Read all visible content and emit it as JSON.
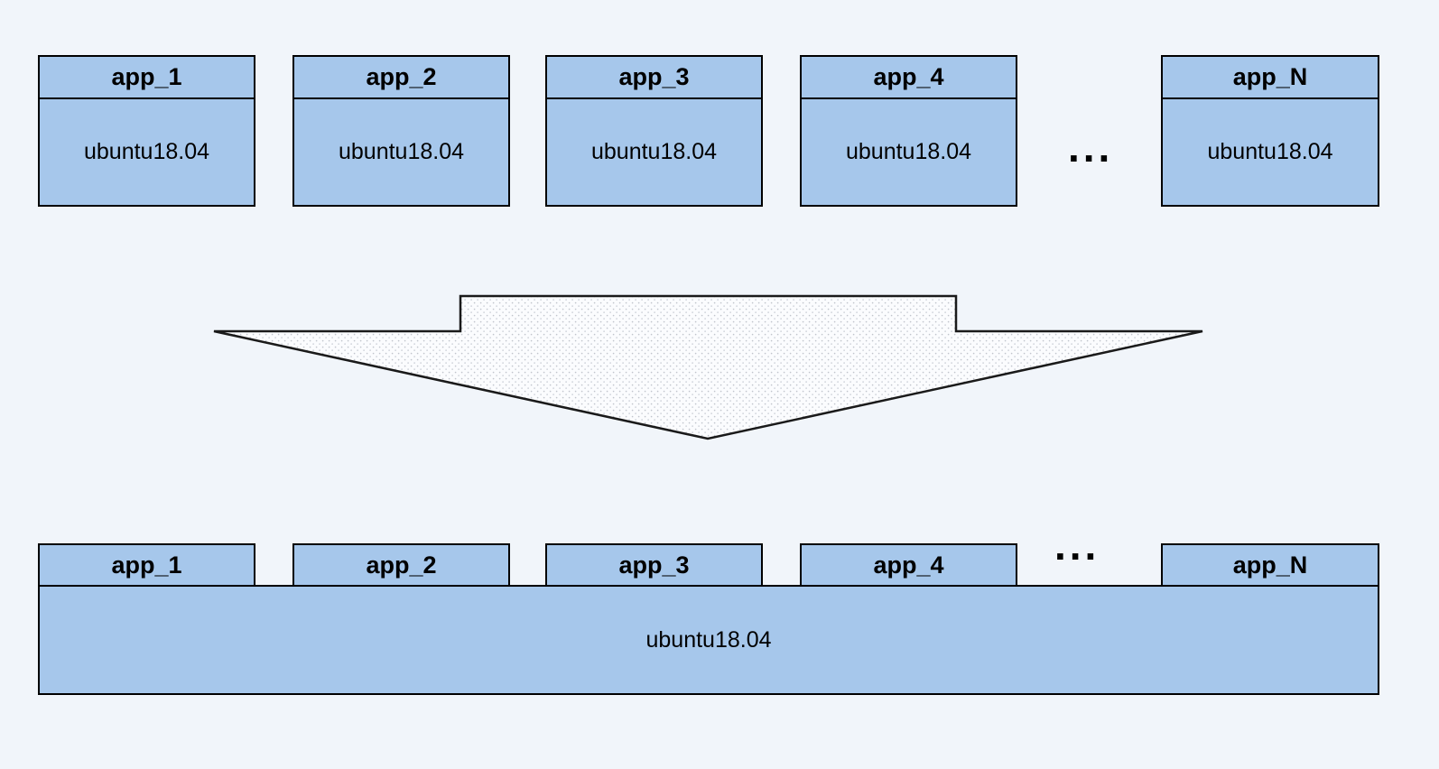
{
  "diagram": {
    "top_row": {
      "boxes": [
        {
          "title": "app_1",
          "os": "ubuntu18.04"
        },
        {
          "title": "app_2",
          "os": "ubuntu18.04"
        },
        {
          "title": "app_3",
          "os": "ubuntu18.04"
        },
        {
          "title": "app_4",
          "os": "ubuntu18.04"
        },
        {
          "title": "app_N",
          "os": "ubuntu18.04"
        }
      ],
      "ellipsis": "..."
    },
    "bottom_row": {
      "apps": [
        {
          "title": "app_1"
        },
        {
          "title": "app_2"
        },
        {
          "title": "app_3"
        },
        {
          "title": "app_4"
        },
        {
          "title": "app_N"
        }
      ],
      "ellipsis": "...",
      "base_os": "ubuntu18.04"
    },
    "colors": {
      "box_fill": "#a6c7eb",
      "box_border": "#000000",
      "background": "#f1f5fa",
      "arrow_fill": "#fbfcfe",
      "arrow_dot": "#c0c4cc",
      "arrow_border": "#1a1a1a"
    }
  }
}
